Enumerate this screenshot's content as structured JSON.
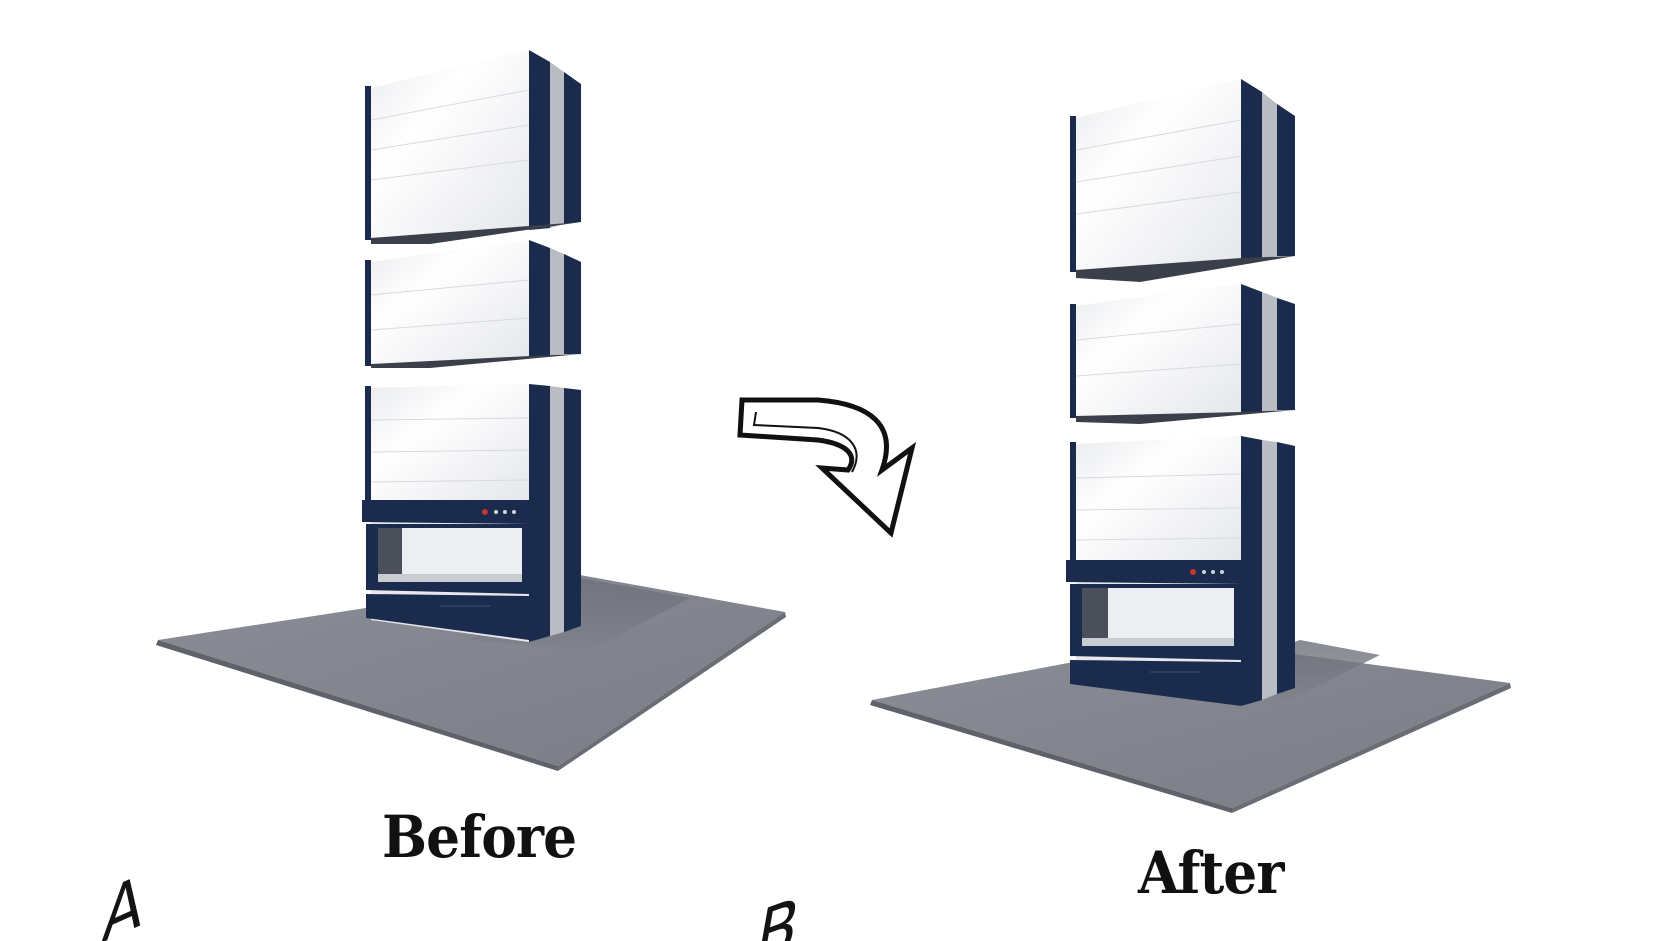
{
  "captions": {
    "before": "Before",
    "after": "After"
  },
  "floor_labels": {
    "a": "A",
    "b": "B"
  },
  "colors": {
    "navy": "#1b2b4e",
    "panel": "#f2f3f5",
    "floor": "#7f828b",
    "stripe_gray": "#b9bcc2"
  }
}
